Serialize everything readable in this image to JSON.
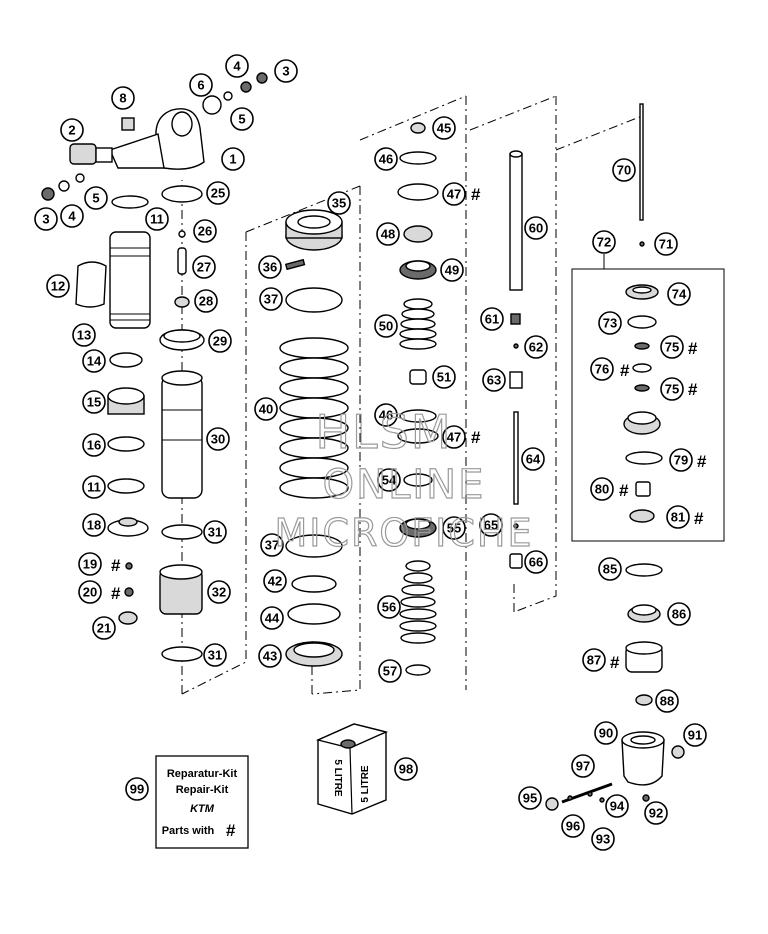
{
  "callouts": {
    "c1": "1",
    "c2": "2",
    "c3a": "3",
    "c3b": "3",
    "c4a": "4",
    "c4b": "4",
    "c5a": "5",
    "c5b": "5",
    "c6": "6",
    "c8": "8",
    "c11a": "11",
    "c11b": "11",
    "c12": "12",
    "c13": "13",
    "c14": "14",
    "c15": "15",
    "c16": "16",
    "c18": "18",
    "c19": "19",
    "c20": "20",
    "c21": "21",
    "c25": "25",
    "c26": "26",
    "c27": "27",
    "c28": "28",
    "c29": "29",
    "c30": "30",
    "c31a": "31",
    "c31b": "31",
    "c32": "32",
    "c35": "35",
    "c36": "36",
    "c37a": "37",
    "c37b": "37",
    "c40": "40",
    "c42": "42",
    "c43": "43",
    "c44": "44",
    "c45": "45",
    "c46a": "46",
    "c46b": "46",
    "c47a": "47",
    "c47b": "47",
    "c48": "48",
    "c49": "49",
    "c50": "50",
    "c51": "51",
    "c54": "54",
    "c55": "55",
    "c56": "56",
    "c57": "57",
    "c60": "60",
    "c61": "61",
    "c62": "62",
    "c63": "63",
    "c64": "64",
    "c65": "65",
    "c66": "66",
    "c70": "70",
    "c71": "71",
    "c72": "72",
    "c73": "73",
    "c74": "74",
    "c75a": "75",
    "c75b": "75",
    "c76": "76",
    "c79": "79",
    "c80": "80",
    "c81": "81",
    "c85": "85",
    "c86": "86",
    "c87": "87",
    "c88": "88",
    "c90": "90",
    "c91": "91",
    "c92": "92",
    "c93": "93",
    "c94": "94",
    "c95": "95",
    "c96": "96",
    "c97": "97",
    "c98": "98",
    "c99": "99"
  },
  "hash_mark": "#",
  "repair_kit": {
    "line1": "Reparatur-Kit",
    "line2": "Repair-Kit",
    "brand": "KTM",
    "line3": "Parts with",
    "hash": "#"
  },
  "oil_can": {
    "label_side": "5 LITRE",
    "label_front": "5 LITRE"
  },
  "watermark": {
    "line1": "HLSM",
    "line2": "ONLINE",
    "line3": "MICROFICHE"
  }
}
